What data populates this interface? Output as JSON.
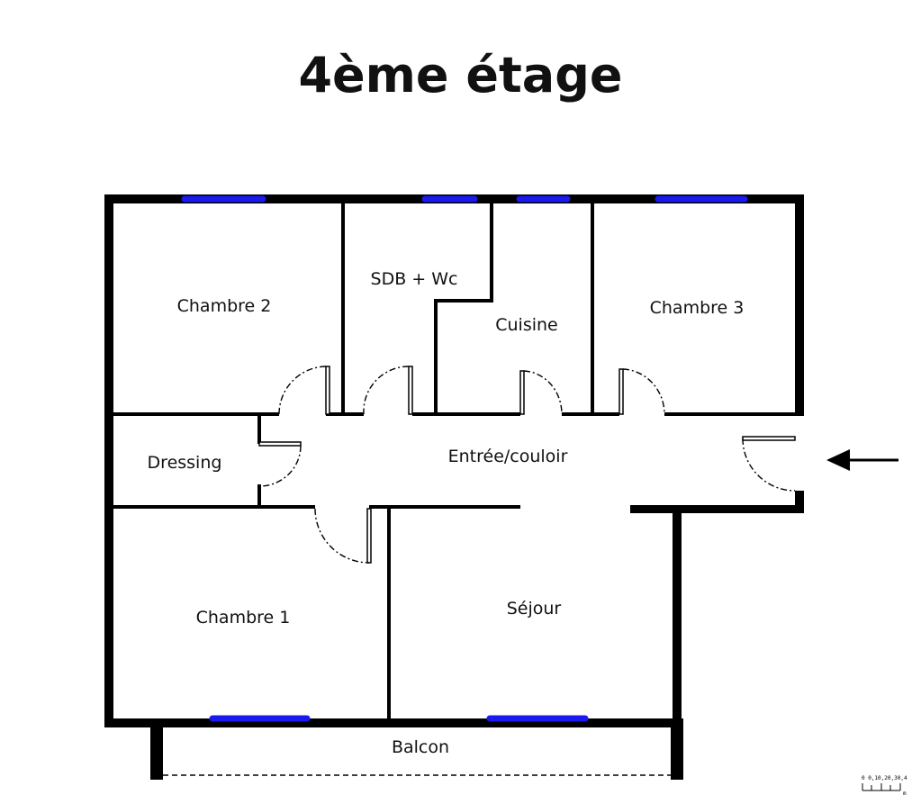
{
  "title": "4ème étage",
  "rooms": {
    "chambre2": "Chambre 2",
    "sdb": "SDB + Wc",
    "cuisine": "Cuisine",
    "chambre3": "Chambre 3",
    "dressing": "Dressing",
    "entree": "Entrée/couloir",
    "chambre1": "Chambre 1",
    "sejour": "Séjour",
    "balcon": "Balcon"
  },
  "scale": {
    "ticks": "0 0,10,20,30,4",
    "unit": "m"
  },
  "colors": {
    "wall": "#000000",
    "window": "#1a1aee"
  },
  "icons": {
    "entrance_arrow": "arrow-left-icon"
  }
}
